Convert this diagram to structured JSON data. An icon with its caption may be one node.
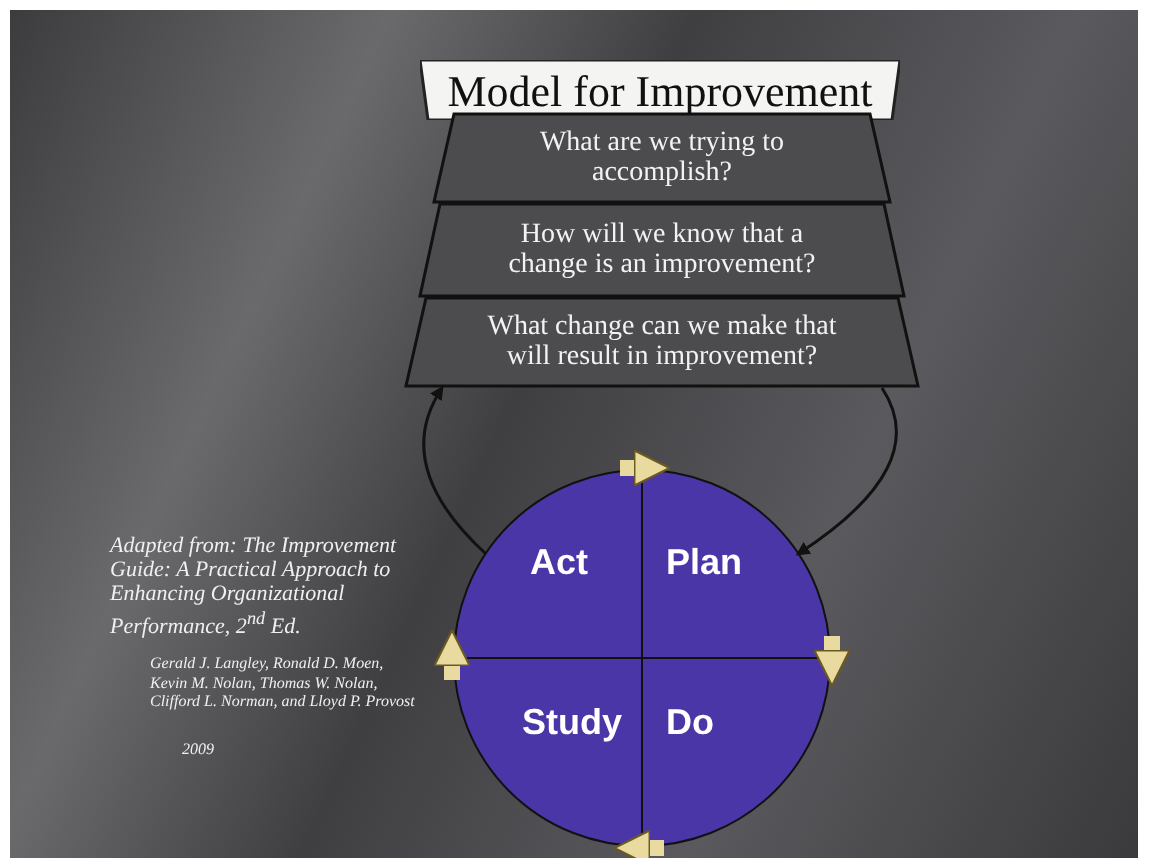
{
  "diagram": {
    "title": "Model for Improvement",
    "nodes": [
      {
        "text": [
          "What are we trying to accomplish?"
        ]
      },
      {
        "text": [
          "How will we know that a change is an improvement?"
        ]
      },
      {
        "text": [
          "What change can we make that will result in improvement?"
        ]
      },
      {
        "text": [],
        "shape": "circle"
      },
      {
        "text": [
          "Act"
        ],
        "in": 3
      },
      {
        "text": [
          "Plan"
        ],
        "in": 3
      },
      {
        "text": [
          "Study"
        ],
        "in": 3
      },
      {
        "text": [
          "Do"
        ],
        "in": 3
      }
    ],
    "edges": [
      {
        "from": 4,
        "to": 2,
        "arrow": "to",
        "color": "#111111"
      },
      {
        "from": 2,
        "to": 5,
        "arrow": "to",
        "color": "#111111"
      },
      {
        "from": 4,
        "to": 5,
        "arrow": "to",
        "color": "#e9dba0"
      },
      {
        "from": 5,
        "to": 7,
        "arrow": "to",
        "color": "#e9dba0"
      },
      {
        "from": 7,
        "to": 6,
        "arrow": "to",
        "color": "#e9dba0"
      },
      {
        "from": 6,
        "to": 4,
        "arrow": "to",
        "color": "#e9dba0"
      }
    ],
    "labels": [
      "Adapted from: The Improvement Guide: A Practical Approach to Enhancing Organizational Performance, 2$^{nd}$ Ed.",
      "Gerald J. Langley, Ronald D. Moen, Kevin M. Nolan, Thomas W. Nolan, Clifford L. Norman, and Lloyd P. Provost",
      "2009"
    ]
  }
}
